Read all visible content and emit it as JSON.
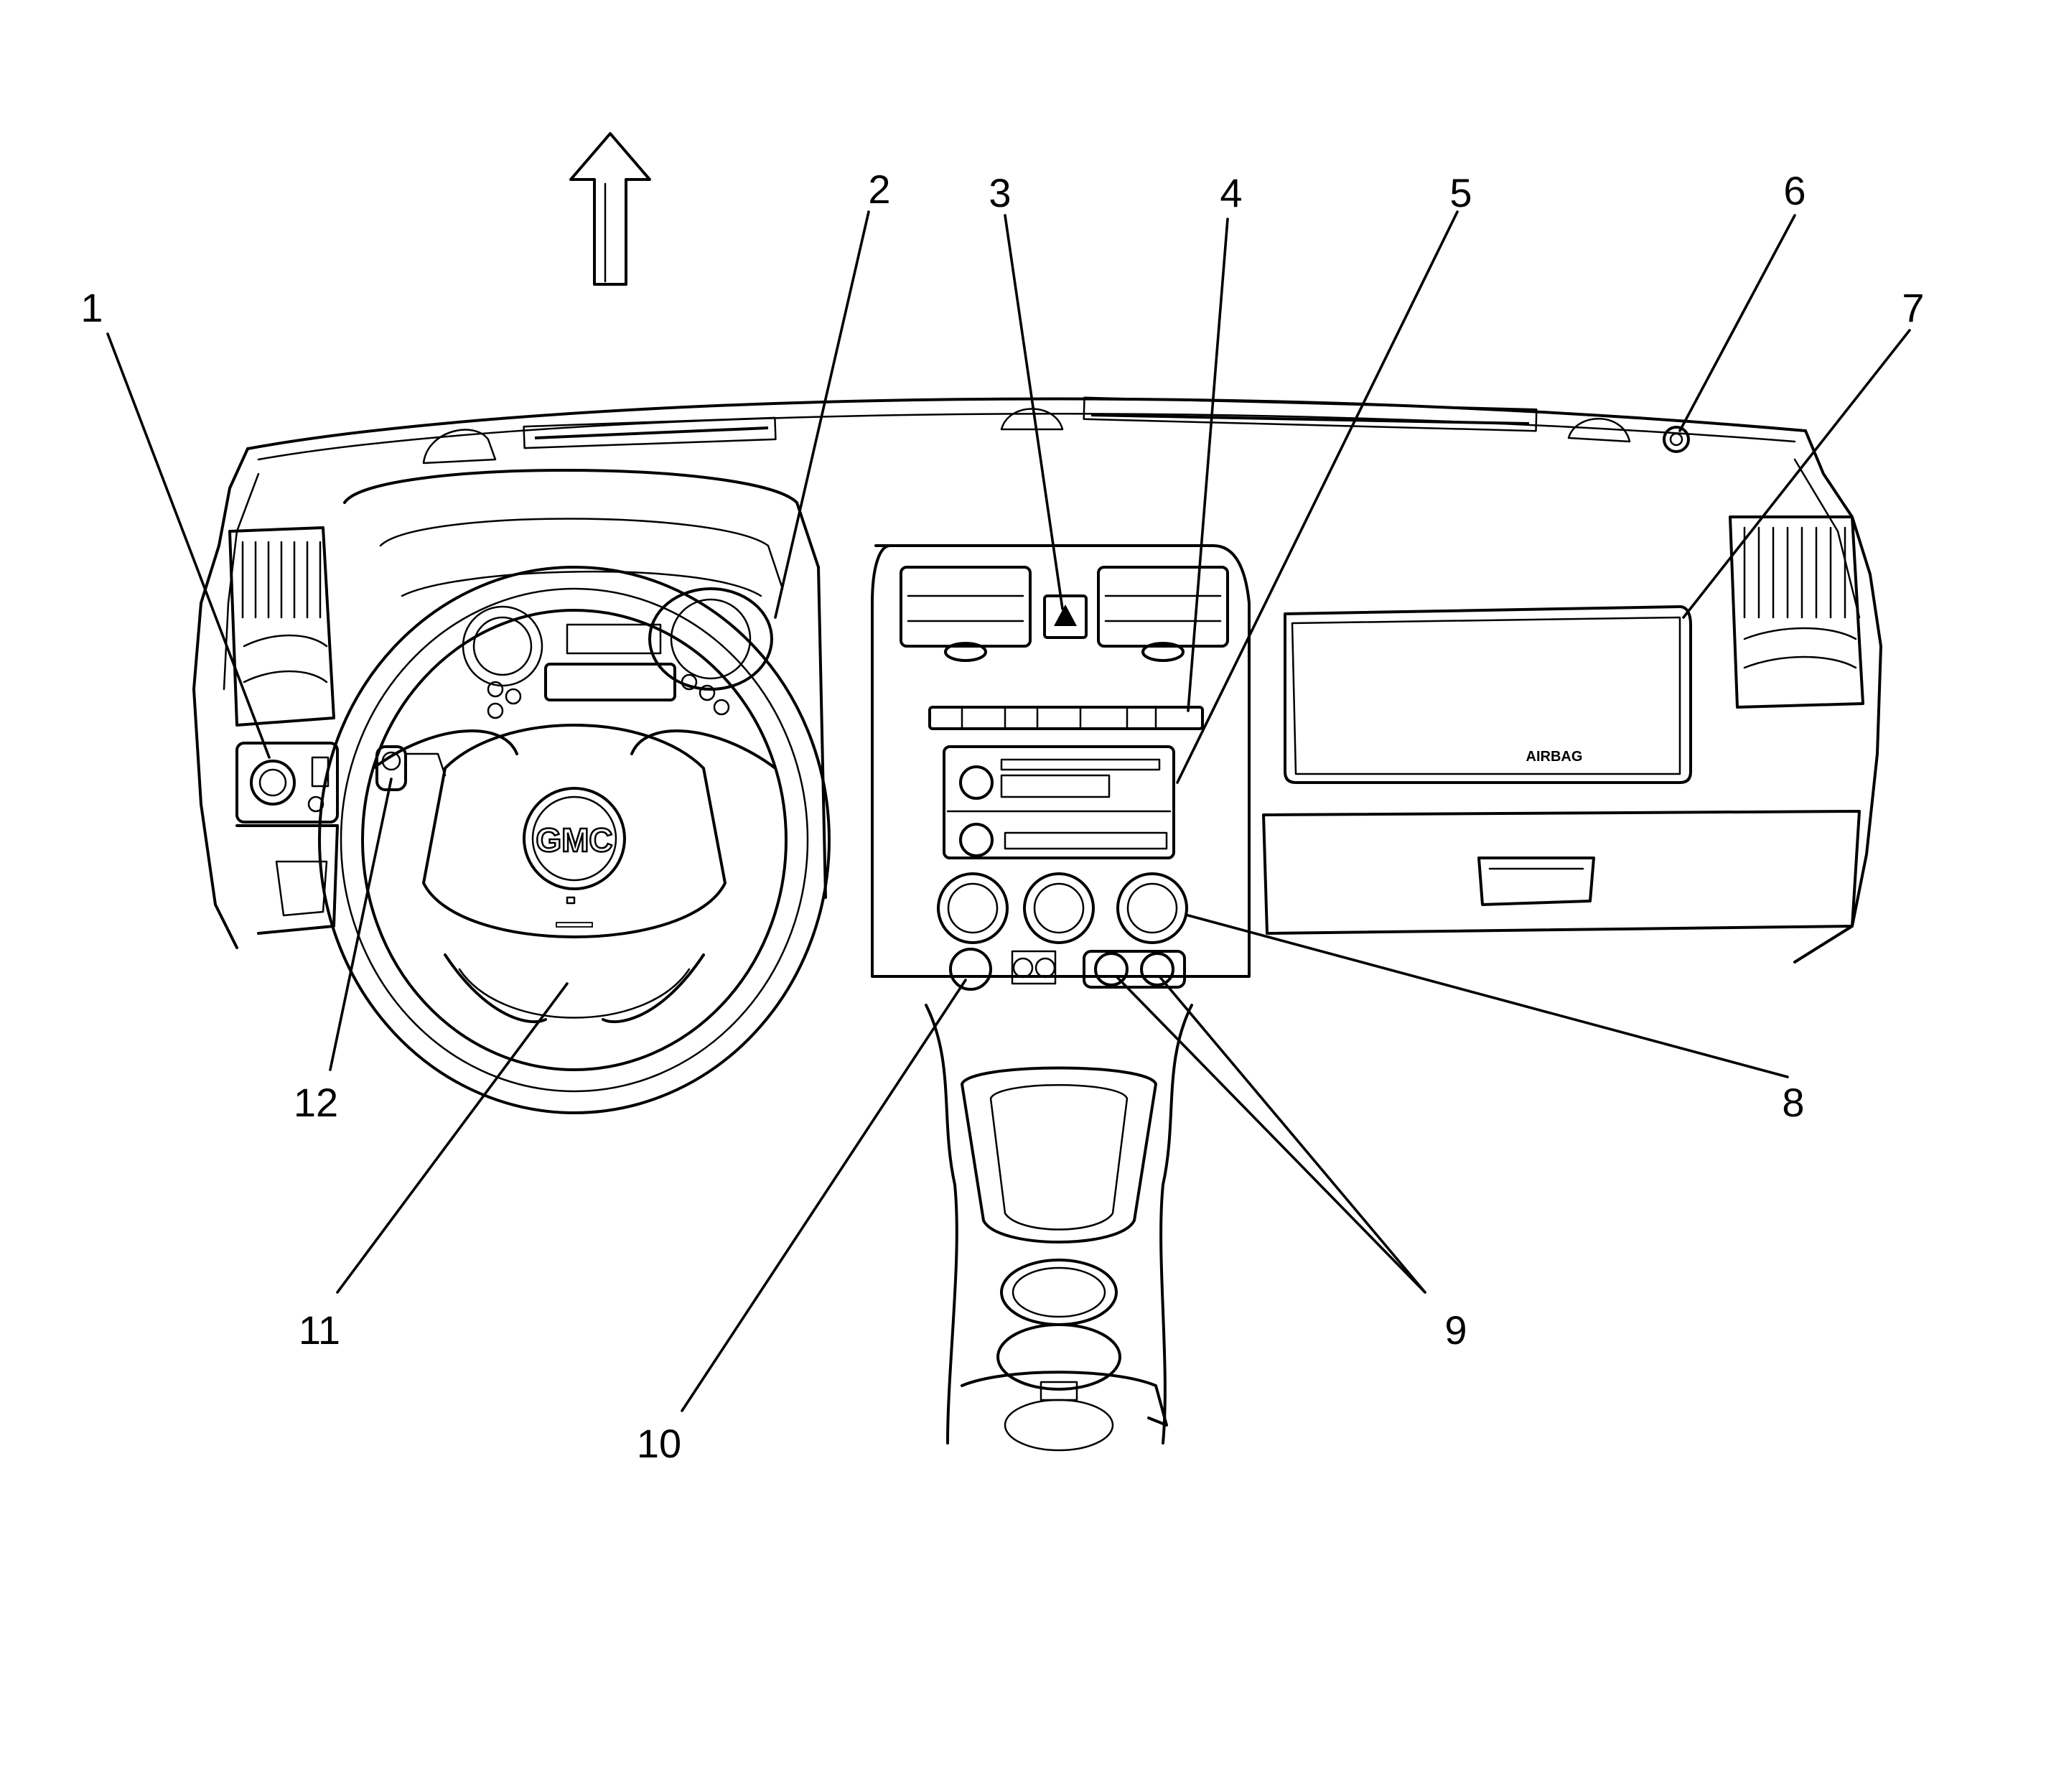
{
  "callouts": [
    {
      "id": 1,
      "label": "1"
    },
    {
      "id": 2,
      "label": "2"
    },
    {
      "id": 3,
      "label": "3"
    },
    {
      "id": 4,
      "label": "4"
    },
    {
      "id": 5,
      "label": "5"
    },
    {
      "id": 6,
      "label": "6"
    },
    {
      "id": 7,
      "label": "7"
    },
    {
      "id": 8,
      "label": "8"
    },
    {
      "id": 9,
      "label": "9"
    },
    {
      "id": 10,
      "label": "10"
    },
    {
      "id": 11,
      "label": "11"
    },
    {
      "id": 12,
      "label": "12"
    }
  ],
  "markings": {
    "steering_logo": "GMC",
    "airbag_label": "AIRBAG"
  },
  "orientation_arrow": "forward"
}
